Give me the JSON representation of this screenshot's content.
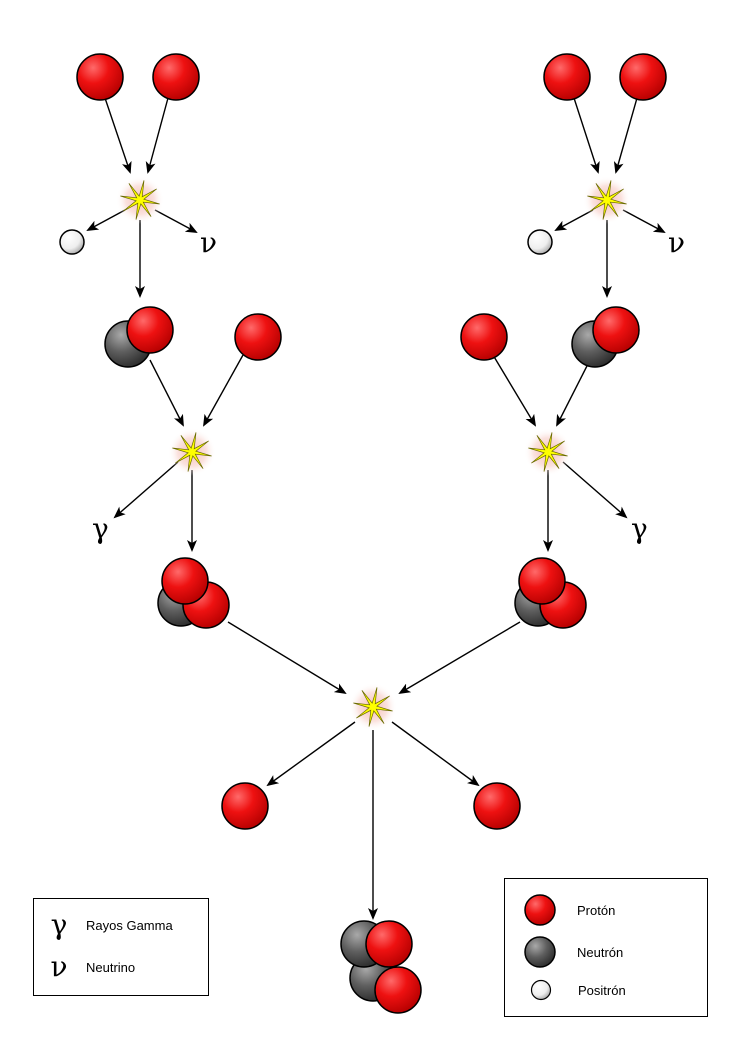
{
  "diagram": {
    "gamma_symbol": "γ",
    "neutrino_symbol": "ν"
  },
  "legend_left": {
    "items": [
      {
        "symbol": "γ",
        "label": "Rayos Gamma"
      },
      {
        "symbol": "ν",
        "label": "Neutrino"
      }
    ]
  },
  "legend_right": {
    "items": [
      {
        "particle": "proton",
        "label": "Protón"
      },
      {
        "particle": "neutron",
        "label": "Neutrón"
      },
      {
        "particle": "positron",
        "label": "Positrón"
      }
    ]
  },
  "colors": {
    "proton": "#e8101a",
    "neutron": "#555555",
    "positron": "#f2f2f2",
    "flash": "#ffff00",
    "glow": "#f4b8b0"
  }
}
